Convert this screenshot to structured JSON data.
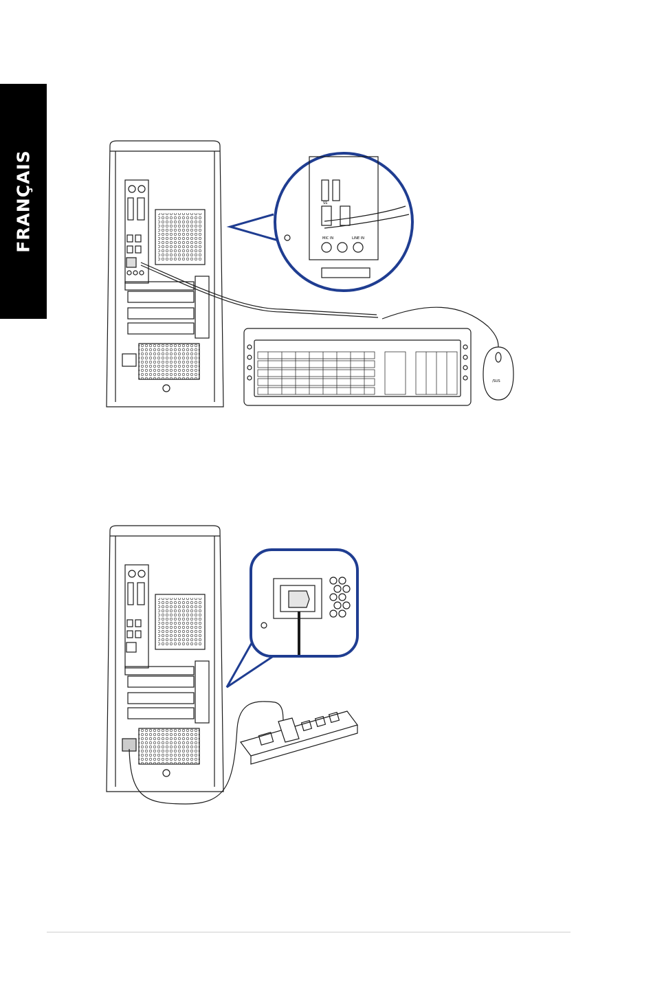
{
  "side_tab": {
    "label": "FRANÇAIS"
  },
  "figure1": {
    "port_labels": {
      "usb3": "SS",
      "mic": "MIC IN",
      "line_in": "LINE IN"
    },
    "mouse_logo": "/SUS"
  },
  "figure2": {},
  "colors": {
    "callout": "#1f3d91",
    "ink": "#1a1a1a",
    "tab_bg": "#000000"
  },
  "icons": [
    "usb-port-icon",
    "keyboard-icon",
    "mouse-icon",
    "power-strip-icon",
    "power-socket-icon"
  ]
}
